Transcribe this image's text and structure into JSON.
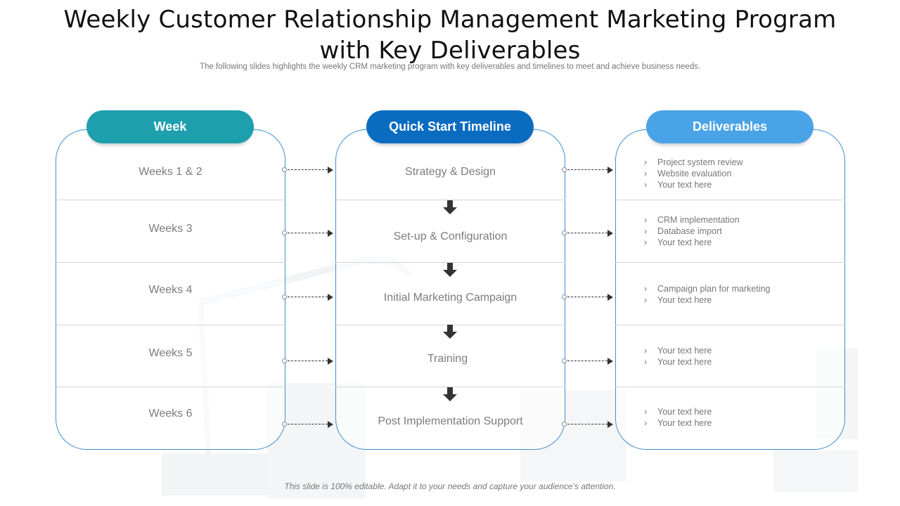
{
  "title": "Weekly Customer Relationship Management Marketing Program with Key Deliverables",
  "subtitle": "The following slides highlights the weekly CRM  marketing program with key deliverables and timelines to meet and achieve business needs.",
  "headers": {
    "week": "Week",
    "timeline": "Quick Start Timeline",
    "deliverables": "Deliverables"
  },
  "colors": {
    "week": "#1d9fae",
    "timeline": "#0a6cc0",
    "deliverables": "#4aa3e6",
    "border": "#3f8fd1"
  },
  "rows": [
    {
      "week": "Weeks 1 & 2",
      "phase": "Strategy & Design",
      "deliverables": [
        "Project system review",
        "Website evaluation",
        "Your text here"
      ]
    },
    {
      "week": "Weeks 3",
      "phase": "Set-up & Configuration",
      "deliverables": [
        "CRM implementation",
        "Database import",
        "Your text here"
      ]
    },
    {
      "week": "Weeks 4",
      "phase": "Initial Marketing Campaign",
      "deliverables": [
        "Campaign plan for marketing",
        "Your text here"
      ]
    },
    {
      "week": "Weeks 5",
      "phase": "Training",
      "deliverables": [
        "Your text here",
        "Your text here"
      ]
    },
    {
      "week": "Weeks 6",
      "phase": "Post Implementation  Support",
      "deliverables": [
        "Your text here",
        "Your text here"
      ]
    }
  ],
  "footer": "This slide is 100% editable. Adapt it to your needs and capture your audience's attention."
}
